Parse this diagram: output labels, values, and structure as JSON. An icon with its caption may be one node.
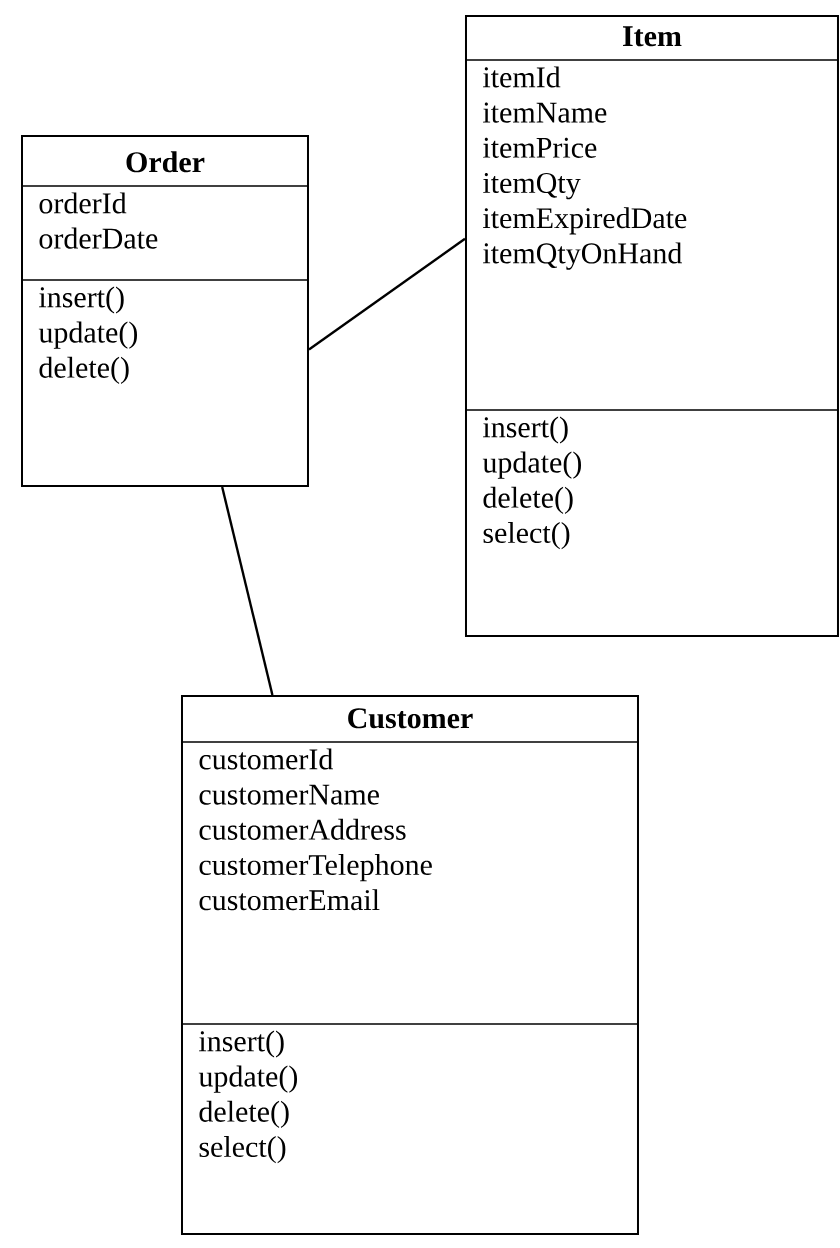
{
  "diagram": {
    "nodes": [
      {
        "text": [
          "Order",
          "orderId orderDate",
          "insert() update() delete()"
        ]
      },
      {
        "text": [
          "Item",
          "itemId itemName itemPrice itemQty itemExpiredDate itemQtyOnHand",
          "insert() update() delete() select()"
        ]
      },
      {
        "text": [
          "Customer",
          "customerId customerName customerAddress customerTelephone customerEmail",
          "insert() update() delete() select()"
        ]
      }
    ],
    "edges": [
      {
        "from": 0,
        "to": 1,
        "arrow": "none"
      },
      {
        "from": 0,
        "to": 2,
        "arrow": "none"
      }
    ]
  }
}
